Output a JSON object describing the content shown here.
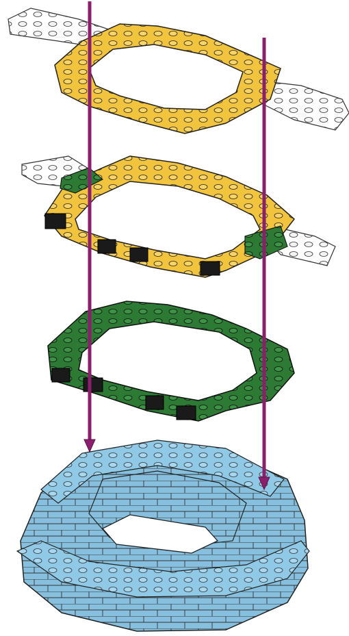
{
  "colors": {
    "yellow": "#f2c43d",
    "green": "#2d7a35",
    "black": "#1a1a1a",
    "white": "#ffffff",
    "blue": "#8fc9e6",
    "rod": "#8b1f6e",
    "outline": "#222222"
  },
  "layers": [
    {
      "name": "yellow-ring-layer",
      "colors": [
        "yellow",
        "white"
      ]
    },
    {
      "name": "yellow-green-black-ring-layer",
      "colors": [
        "yellow",
        "green",
        "black",
        "white"
      ]
    },
    {
      "name": "green-black-ring-layer",
      "colors": [
        "green",
        "black"
      ]
    },
    {
      "name": "blue-base-structure",
      "colors": [
        "blue"
      ]
    }
  ],
  "arrows": [
    {
      "name": "left-guide-arrow",
      "color": "rod"
    },
    {
      "name": "right-guide-arrow",
      "color": "rod"
    }
  ]
}
